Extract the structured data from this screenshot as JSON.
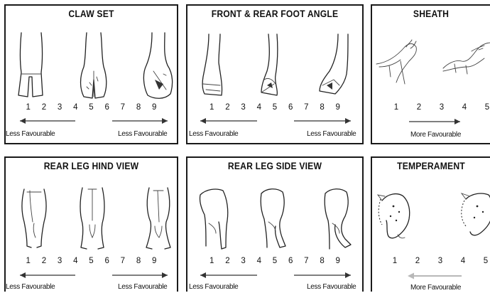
{
  "panels": {
    "claw_set": {
      "title": "CLAW SET",
      "scale": [
        "1",
        "2",
        "3",
        "4",
        "5",
        "6",
        "7",
        "8",
        "9"
      ],
      "left_label": "Less Favourable",
      "right_label": "Less Favourable"
    },
    "foot_angle": {
      "title": "FRONT & REAR FOOT ANGLE",
      "scale": [
        "1",
        "2",
        "3",
        "4",
        "5",
        "6",
        "7",
        "8",
        "9"
      ],
      "left_label": "Less Favourable",
      "right_label": "Less Favourable"
    },
    "sheath": {
      "title": "SHEATH",
      "scale": [
        "1",
        "2",
        "3",
        "4",
        "5"
      ],
      "label": "More Favourable"
    },
    "hind_view": {
      "title": "REAR LEG HIND VIEW",
      "scale": [
        "1",
        "2",
        "3",
        "4",
        "5",
        "6",
        "7",
        "8",
        "9"
      ],
      "left_label": "Less Favourable",
      "right_label": "Less Favourable"
    },
    "side_view": {
      "title": "REAR LEG SIDE VIEW",
      "scale": [
        "1",
        "2",
        "3",
        "4",
        "5",
        "6",
        "7",
        "8",
        "9"
      ],
      "left_label": "Less Favourable",
      "right_label": "Less Favourable"
    },
    "temperament": {
      "title": "TEMPERAMENT",
      "scale": [
        "1",
        "2",
        "3",
        "4",
        "5"
      ],
      "label": "More Favourable"
    }
  },
  "icons": {
    "claw_set": [
      "claw-splayed-icon",
      "claw-ideal-icon",
      "claw-crossed-icon"
    ],
    "foot_angle": [
      "hoof-steep-icon",
      "hoof-ideal-icon",
      "hoof-low-icon"
    ],
    "sheath": [
      "sheath-pendulous-icon",
      "sheath-tight-icon"
    ],
    "hind_view": [
      "hind-legs-narrow-icon",
      "hind-legs-ideal-icon",
      "hind-legs-cowhocked-icon"
    ],
    "side_view": [
      "side-leg-straight-icon",
      "side-leg-ideal-icon",
      "side-leg-sickle-icon"
    ],
    "temperament": [
      "bull-head-alert-icon",
      "bull-head-calm-icon"
    ]
  },
  "colors": {
    "border": "#1a1a1a",
    "arrow_more_favourable_temperament": "#b8b8b8"
  }
}
